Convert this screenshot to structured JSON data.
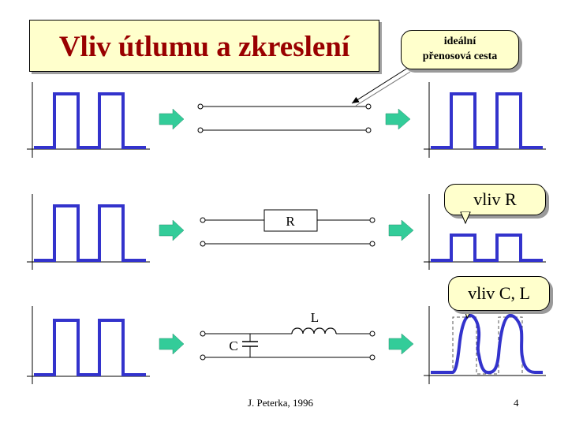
{
  "title": "Vliv útlumu a zkreslení",
  "callouts": {
    "ideal_line1": "ideální",
    "ideal_line2": "přenosová cesta",
    "vliv_r": "vliv R",
    "vliv_cl": "vliv C, L"
  },
  "components": {
    "resistor": "R",
    "inductor": "L",
    "capacitor": "C"
  },
  "footer": {
    "author": "J. Peterka, 1996",
    "page": "4"
  },
  "colors": {
    "signal": "#3333cc",
    "arrow": "#33cc99",
    "title_text": "#990000",
    "box_fill": "#ffffcc"
  }
}
